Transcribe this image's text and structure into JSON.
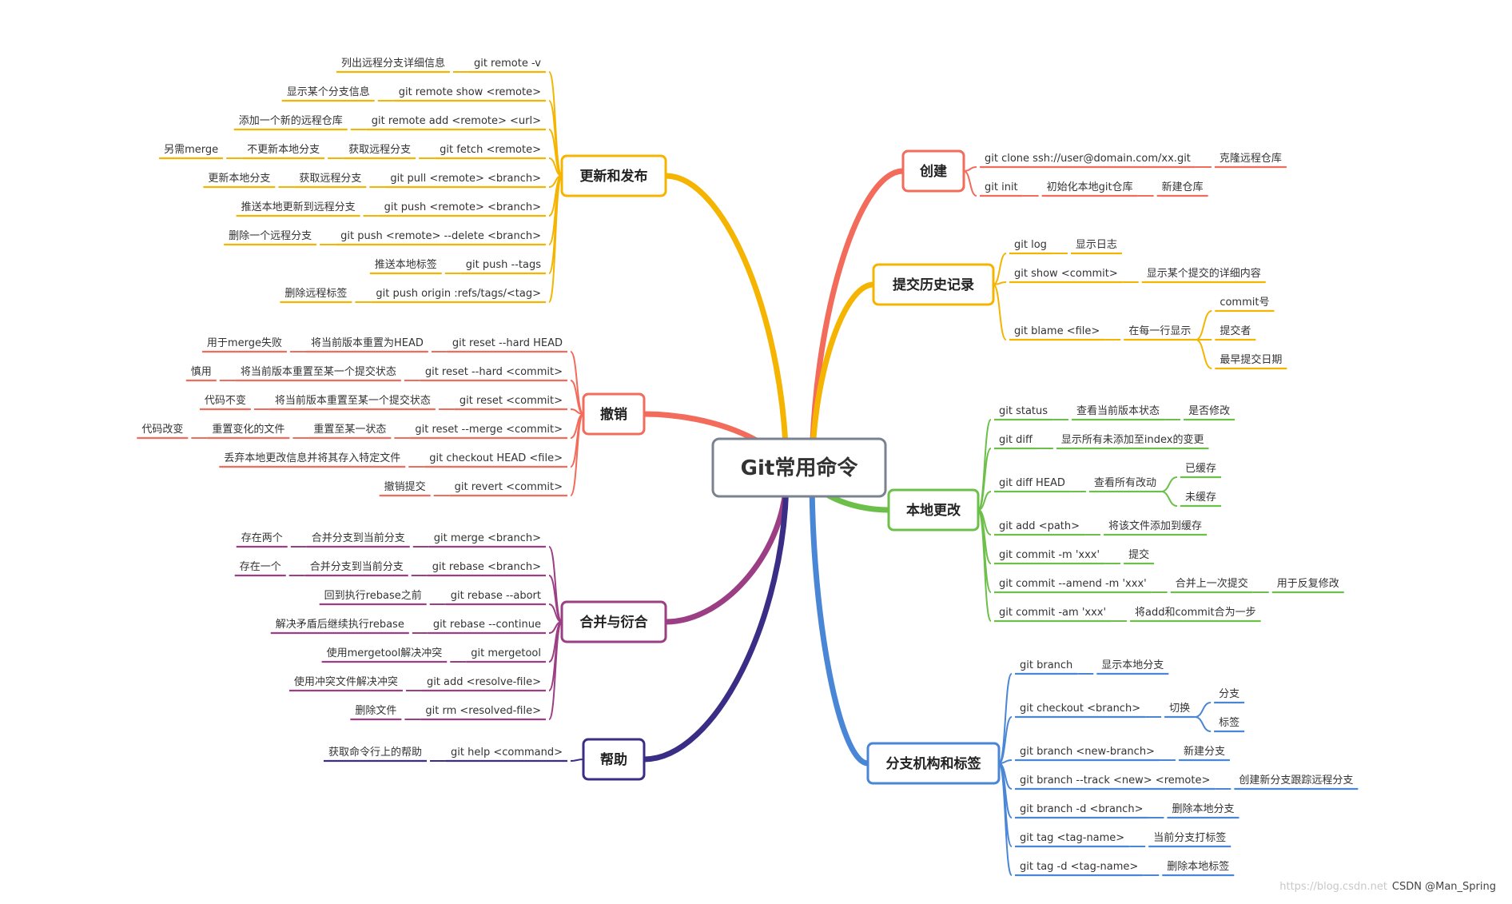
{
  "root": {
    "label": "Git常用命令"
  },
  "branches": [
    {
      "id": "update",
      "label": "更新和发布",
      "side": "left",
      "color": "#F4B400",
      "items": [
        {
          "t": "git remote -v",
          "c": [
            {
              "t": "列出远程分支详细信息"
            }
          ]
        },
        {
          "t": "git remote show <remote>",
          "c": [
            {
              "t": "显示某个分支信息"
            }
          ]
        },
        {
          "t": "git remote add <remote> <url>",
          "c": [
            {
              "t": "添加一个新的远程仓库"
            }
          ]
        },
        {
          "t": "git fetch <remote>",
          "c": [
            {
              "t": "获取远程分支",
              "c": [
                {
                  "t": "不更新本地分支",
                  "c": [
                    {
                      "t": "另需merge"
                    }
                  ]
                }
              ]
            }
          ]
        },
        {
          "t": "git pull <remote> <branch>",
          "c": [
            {
              "t": "获取远程分支",
              "c": [
                {
                  "t": "更新本地分支"
                }
              ]
            }
          ]
        },
        {
          "t": "git push <remote> <branch>",
          "c": [
            {
              "t": "推送本地更新到远程分支"
            }
          ]
        },
        {
          "t": "git push <remote> --delete <branch>",
          "c": [
            {
              "t": "删除一个远程分支"
            }
          ]
        },
        {
          "t": "git push --tags",
          "c": [
            {
              "t": "推送本地标签"
            }
          ]
        },
        {
          "t": "git push origin :refs/tags/<tag>",
          "c": [
            {
              "t": "删除远程标签"
            }
          ]
        }
      ]
    },
    {
      "id": "undo",
      "label": "撤销",
      "side": "left",
      "color": "#F26B5B",
      "items": [
        {
          "t": "git reset --hard HEAD",
          "c": [
            {
              "t": "将当前版本重置为HEAD",
              "c": [
                {
                  "t": "用于merge失败"
                }
              ]
            }
          ]
        },
        {
          "t": "git reset --hard <commit>",
          "c": [
            {
              "t": "将当前版本重置至某一个提交状态",
              "c": [
                {
                  "t": "慎用"
                }
              ]
            }
          ]
        },
        {
          "t": "git reset <commit>",
          "c": [
            {
              "t": "将当前版本重置至某一个提交状态",
              "c": [
                {
                  "t": "代码不变"
                }
              ]
            }
          ]
        },
        {
          "t": "git reset --merge <commit>",
          "c": [
            {
              "t": "重置至某一状态",
              "c": [
                {
                  "t": "重置变化的文件",
                  "c": [
                    {
                      "t": "代码改变"
                    }
                  ]
                }
              ]
            }
          ]
        },
        {
          "t": "git checkout HEAD <file>",
          "c": [
            {
              "t": "丢弃本地更改信息并将其存入特定文件"
            }
          ]
        },
        {
          "t": "git revert <commit>",
          "c": [
            {
              "t": "撤销提交"
            }
          ]
        }
      ]
    },
    {
      "id": "merge",
      "label": "合并与衍合",
      "side": "left",
      "color": "#9B3E83",
      "items": [
        {
          "t": "git merge <branch>",
          "c": [
            {
              "t": "合并分支到当前分支",
              "c": [
                {
                  "t": "存在两个"
                }
              ]
            }
          ]
        },
        {
          "t": "git rebase <branch>",
          "c": [
            {
              "t": "合并分支到当前分支",
              "c": [
                {
                  "t": "存在一个"
                }
              ]
            }
          ]
        },
        {
          "t": "git rebase --abort",
          "c": [
            {
              "t": "回到执行rebase之前"
            }
          ]
        },
        {
          "t": "git rebase --continue",
          "c": [
            {
              "t": "解决矛盾后继续执行rebase"
            }
          ]
        },
        {
          "t": "git mergetool",
          "c": [
            {
              "t": "使用mergetool解决冲突"
            }
          ]
        },
        {
          "t": "git add <resolve-file>",
          "c": [
            {
              "t": "使用冲突文件解决冲突"
            }
          ]
        },
        {
          "t": "git rm <resolved-file>",
          "c": [
            {
              "t": "删除文件"
            }
          ]
        }
      ]
    },
    {
      "id": "help",
      "label": "帮助",
      "side": "left",
      "color": "#3A2D85",
      "items": [
        {
          "t": "git help <command>",
          "c": [
            {
              "t": "获取命令行上的帮助"
            }
          ]
        }
      ]
    },
    {
      "id": "create",
      "label": "创建",
      "side": "right",
      "color": "#F26B5B",
      "items": [
        {
          "t": "git clone ssh://user@domain.com/xx.git",
          "c": [
            {
              "t": "克隆远程仓库"
            }
          ]
        },
        {
          "t": "git init",
          "c": [
            {
              "t": "初始化本地git仓库",
              "c": [
                {
                  "t": "新建仓库"
                }
              ]
            }
          ]
        }
      ]
    },
    {
      "id": "history",
      "label": "提交历史记录",
      "side": "right",
      "color": "#F4B400",
      "items": [
        {
          "t": "git log",
          "c": [
            {
              "t": "显示日志"
            }
          ]
        },
        {
          "t": "git show <commit>",
          "c": [
            {
              "t": "显示某个提交的详细内容"
            }
          ]
        },
        {
          "t": "git blame <file>",
          "c": [
            {
              "t": "在每一行显示",
              "c": [
                {
                  "t": "commit号"
                },
                {
                  "t": "提交者"
                },
                {
                  "t": "最早提交日期"
                }
              ]
            }
          ]
        }
      ]
    },
    {
      "id": "local",
      "label": "本地更改",
      "side": "right",
      "color": "#6CC04A",
      "items": [
        {
          "t": "git status",
          "c": [
            {
              "t": "查看当前版本状态",
              "c": [
                {
                  "t": "是否修改"
                }
              ]
            }
          ]
        },
        {
          "t": "git diff",
          "c": [
            {
              "t": "显示所有未添加至index的变更"
            }
          ]
        },
        {
          "t": "git diff HEAD",
          "c": [
            {
              "t": "查看所有改动",
              "c": [
                {
                  "t": "已缓存"
                },
                {
                  "t": "未缓存"
                }
              ]
            }
          ]
        },
        {
          "t": "git add <path>",
          "c": [
            {
              "t": "将该文件添加到缓存"
            }
          ]
        },
        {
          "t": "git commit -m 'xxx'",
          "c": [
            {
              "t": "提交"
            }
          ]
        },
        {
          "t": "git commit --amend -m 'xxx'",
          "c": [
            {
              "t": "合并上一次提交",
              "c": [
                {
                  "t": "用于反复修改"
                }
              ]
            }
          ]
        },
        {
          "t": "git commit -am 'xxx'",
          "c": [
            {
              "t": "将add和commit合为一步"
            }
          ]
        }
      ]
    },
    {
      "id": "branch",
      "label": "分支机构和标签",
      "side": "right",
      "color": "#4A86D6",
      "items": [
        {
          "t": "git branch",
          "c": [
            {
              "t": "显示本地分支"
            }
          ]
        },
        {
          "t": "git checkout <branch>",
          "c": [
            {
              "t": "切换",
              "c": [
                {
                  "t": "分支"
                },
                {
                  "t": "标签"
                }
              ]
            }
          ]
        },
        {
          "t": "git branch <new-branch>",
          "c": [
            {
              "t": "新建分支"
            }
          ]
        },
        {
          "t": "git branch --track <new> <remote>",
          "c": [
            {
              "t": "创建新分支跟踪远程分支"
            }
          ]
        },
        {
          "t": "git branch -d <branch>",
          "c": [
            {
              "t": "删除本地分支"
            }
          ]
        },
        {
          "t": "git tag <tag-name>",
          "c": [
            {
              "t": "当前分支打标签"
            }
          ]
        },
        {
          "t": "git tag -d <tag-name>",
          "c": [
            {
              "t": "删除本地标签"
            }
          ]
        }
      ]
    }
  ],
  "watermark": {
    "faint": "https://blog.csdn.net",
    "main": "CSDN @Man_Spring"
  }
}
